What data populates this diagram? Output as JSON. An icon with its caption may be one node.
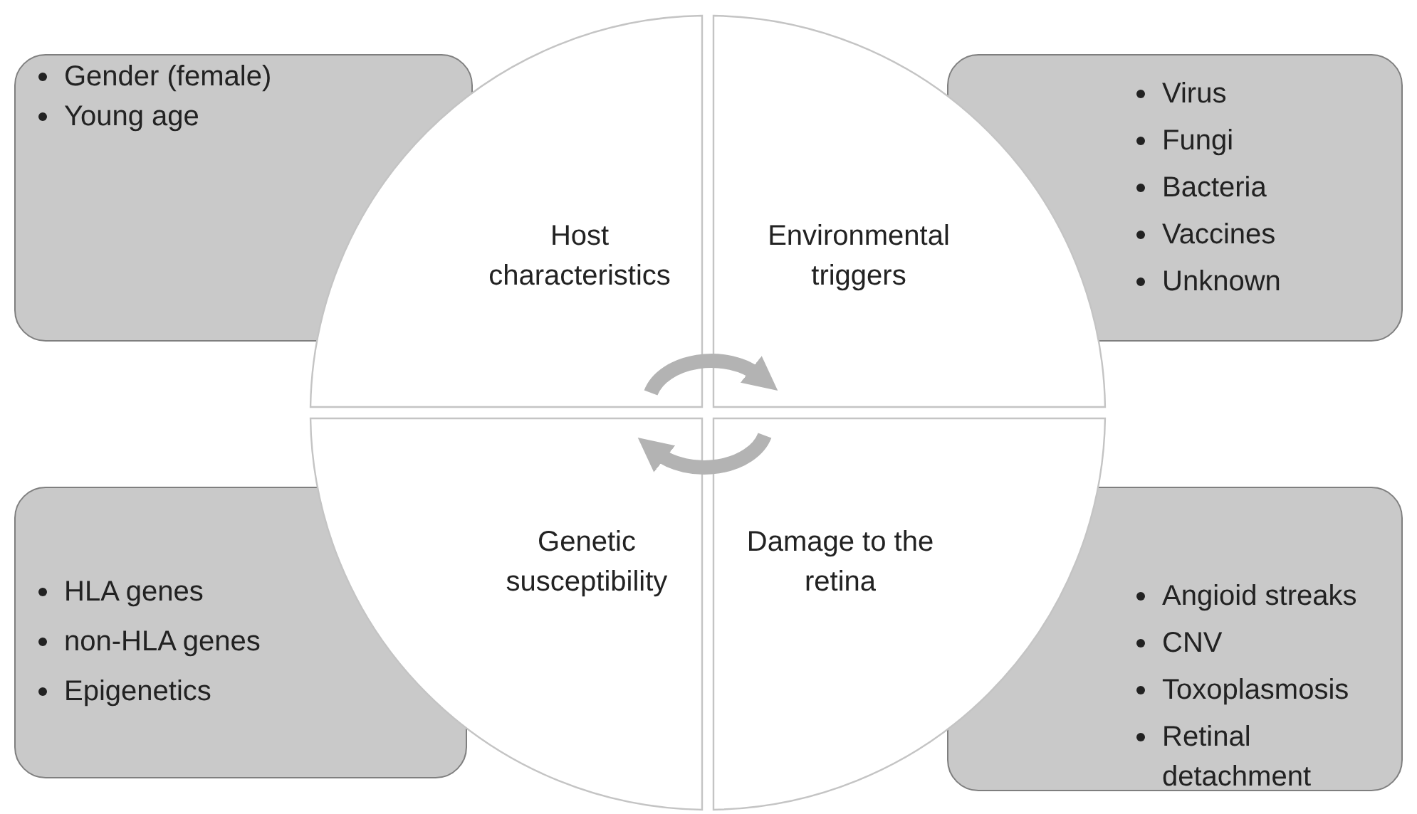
{
  "diagram": {
    "nodes": [
      {
        "text": [
          "Gender (female)",
          "Young age"
        ]
      },
      {
        "text": [
          "Host characteristics"
        ]
      },
      {
        "text": [
          "Environmental triggers"
        ]
      },
      {
        "text": [
          "Virus",
          "Fungi",
          "Bacteria",
          "Vaccines",
          "Unknown"
        ]
      },
      {
        "text": [
          "HLA genes",
          "non-HLA genes",
          "Epigenetics"
        ]
      },
      {
        "text": [
          "Genetic susceptibility"
        ]
      },
      {
        "text": [
          "Damage to the retina"
        ]
      },
      {
        "text": [
          "Angioid streaks",
          "CNV",
          "Toxoplasmosis",
          "Retinal detachment"
        ]
      }
    ],
    "edges": [
      {
        "from": 1,
        "to": 2,
        "arrow": "to"
      },
      {
        "from": 6,
        "to": 5,
        "arrow": "to"
      }
    ]
  }
}
